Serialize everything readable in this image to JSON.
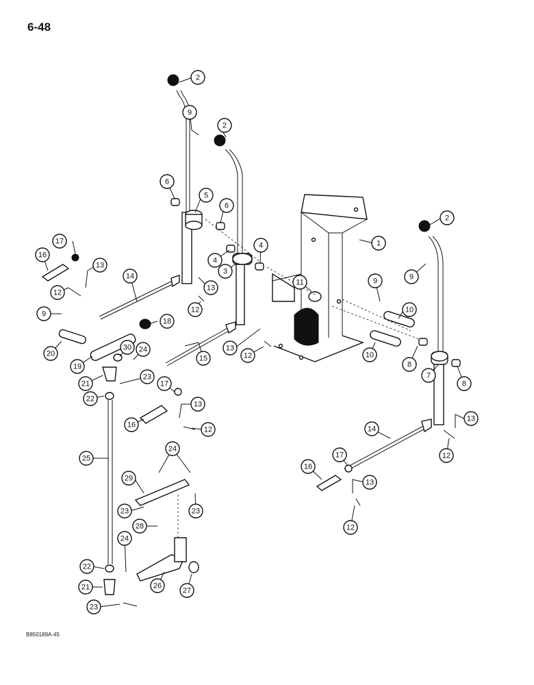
{
  "page": {
    "number": "6-48",
    "figure_code": "B850189A-45"
  },
  "callouts": [
    {
      "id": "c1",
      "label": "2"
    },
    {
      "id": "c2",
      "label": "9"
    },
    {
      "id": "c3",
      "label": "2"
    },
    {
      "id": "c4",
      "label": "6"
    },
    {
      "id": "c5",
      "label": "5"
    },
    {
      "id": "c6",
      "label": "6"
    },
    {
      "id": "c7",
      "label": "4"
    },
    {
      "id": "c8",
      "label": "4"
    },
    {
      "id": "c9",
      "label": "3"
    },
    {
      "id": "c10",
      "label": "1"
    },
    {
      "id": "c11",
      "label": "2"
    },
    {
      "id": "c12",
      "label": "17"
    },
    {
      "id": "c13",
      "label": "16"
    },
    {
      "id": "c14",
      "label": "13"
    },
    {
      "id": "c15",
      "label": "14"
    },
    {
      "id": "c16",
      "label": "12"
    },
    {
      "id": "c17",
      "label": "13"
    },
    {
      "id": "c18",
      "label": "12"
    },
    {
      "id": "c19",
      "label": "11"
    },
    {
      "id": "c20",
      "label": "9"
    },
    {
      "id": "c21",
      "label": "9"
    },
    {
      "id": "c22",
      "label": "9"
    },
    {
      "id": "c23",
      "label": "18"
    },
    {
      "id": "c24",
      "label": "10"
    },
    {
      "id": "c25",
      "label": "20"
    },
    {
      "id": "c26",
      "label": "19"
    },
    {
      "id": "c27",
      "label": "30"
    },
    {
      "id": "c28",
      "label": "24"
    },
    {
      "id": "c29",
      "label": "15"
    },
    {
      "id": "c30",
      "label": "13"
    },
    {
      "id": "c31",
      "label": "12"
    },
    {
      "id": "c32",
      "label": "10"
    },
    {
      "id": "c33",
      "label": "8"
    },
    {
      "id": "c34",
      "label": "7"
    },
    {
      "id": "c35",
      "label": "8"
    },
    {
      "id": "c36",
      "label": "21"
    },
    {
      "id": "c37",
      "label": "23"
    },
    {
      "id": "c38",
      "label": "22"
    },
    {
      "id": "c39",
      "label": "17"
    },
    {
      "id": "c40",
      "label": "13"
    },
    {
      "id": "c41",
      "label": "16"
    },
    {
      "id": "c42",
      "label": "12"
    },
    {
      "id": "c43",
      "label": "13"
    },
    {
      "id": "c44",
      "label": "14"
    },
    {
      "id": "c45",
      "label": "12"
    },
    {
      "id": "c46",
      "label": "25"
    },
    {
      "id": "c47",
      "label": "24"
    },
    {
      "id": "c48",
      "label": "16"
    },
    {
      "id": "c49",
      "label": "17"
    },
    {
      "id": "c50",
      "label": "13"
    },
    {
      "id": "c51",
      "label": "29"
    },
    {
      "id": "c52",
      "label": "23"
    },
    {
      "id": "c53",
      "label": "23"
    },
    {
      "id": "c54",
      "label": "12"
    },
    {
      "id": "c55",
      "label": "28"
    },
    {
      "id": "c56",
      "label": "24"
    },
    {
      "id": "c57",
      "label": "22"
    },
    {
      "id": "c58",
      "label": "21"
    },
    {
      "id": "c59",
      "label": "26"
    },
    {
      "id": "c60",
      "label": "27"
    },
    {
      "id": "c61",
      "label": "23"
    }
  ]
}
